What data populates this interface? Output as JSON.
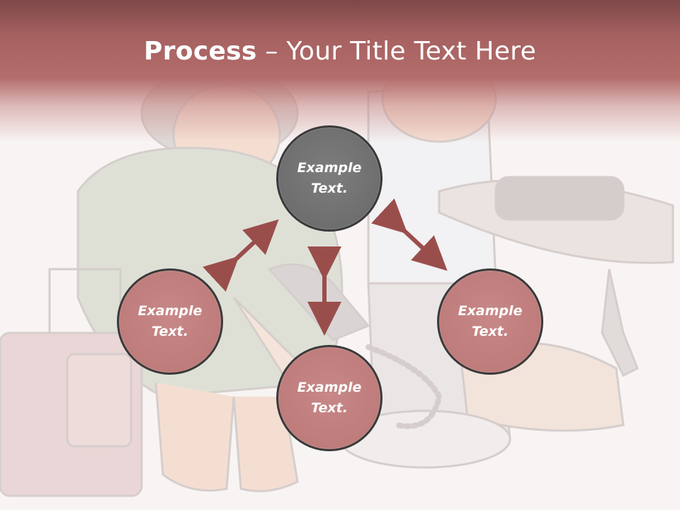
{
  "title": {
    "bold": "Process",
    "rest": " – Your Title Text Here"
  },
  "circles": [
    {
      "line1": "Example",
      "line2": "Text."
    },
    {
      "line1": "Example",
      "line2": "Text."
    },
    {
      "line1": "Example",
      "line2": "Text."
    },
    {
      "line1": "Example",
      "line2": "Text."
    }
  ],
  "colors": {
    "header": "#b36d6b",
    "circle_center": "#6e6e6e",
    "circle_outer": "#be7c7b",
    "arrow": "#9a4e4c"
  }
}
